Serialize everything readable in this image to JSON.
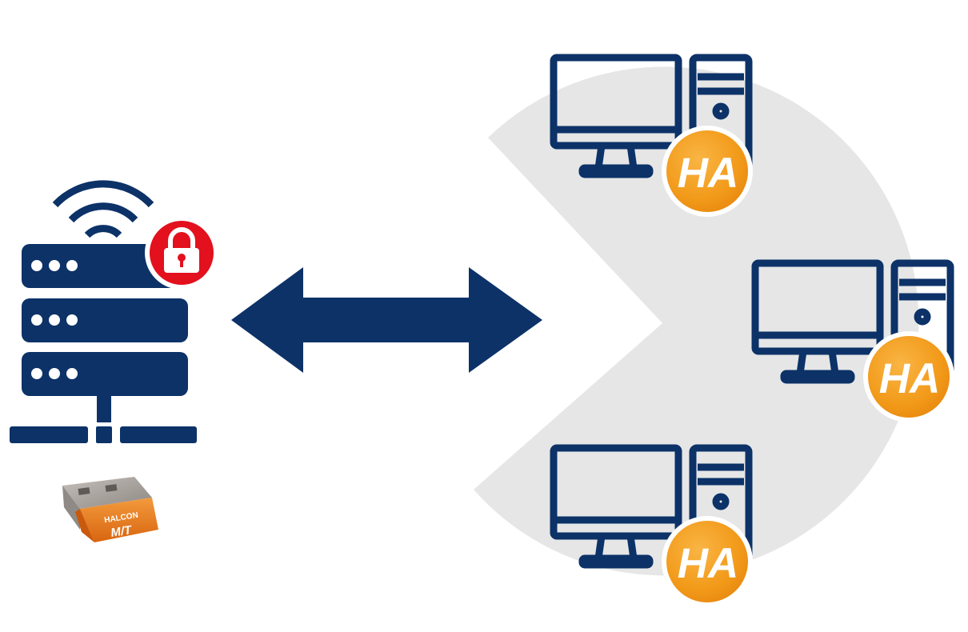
{
  "workstations": [
    {
      "badge": "HA"
    },
    {
      "badge": "HA"
    },
    {
      "badge": "HA"
    }
  ],
  "dongle": {
    "brand": "HALCON",
    "model": "M/T"
  },
  "colors": {
    "navy": "#0c3268",
    "lock_red": "#e3101e",
    "badge_orange": "#f39c1a",
    "badge_orange_light": "#f8b23a",
    "network_area": "#e6e6e6",
    "dongle_orange": "#ee7b1d",
    "dongle_metal": "#a9a49f"
  },
  "icons": {
    "server": "server-rack-icon",
    "wifi": "wifi-icon",
    "lock": "lock-icon",
    "arrow": "double-arrow-icon",
    "computer": "desktop-computer-icon",
    "dongle": "usb-dongle-icon"
  }
}
